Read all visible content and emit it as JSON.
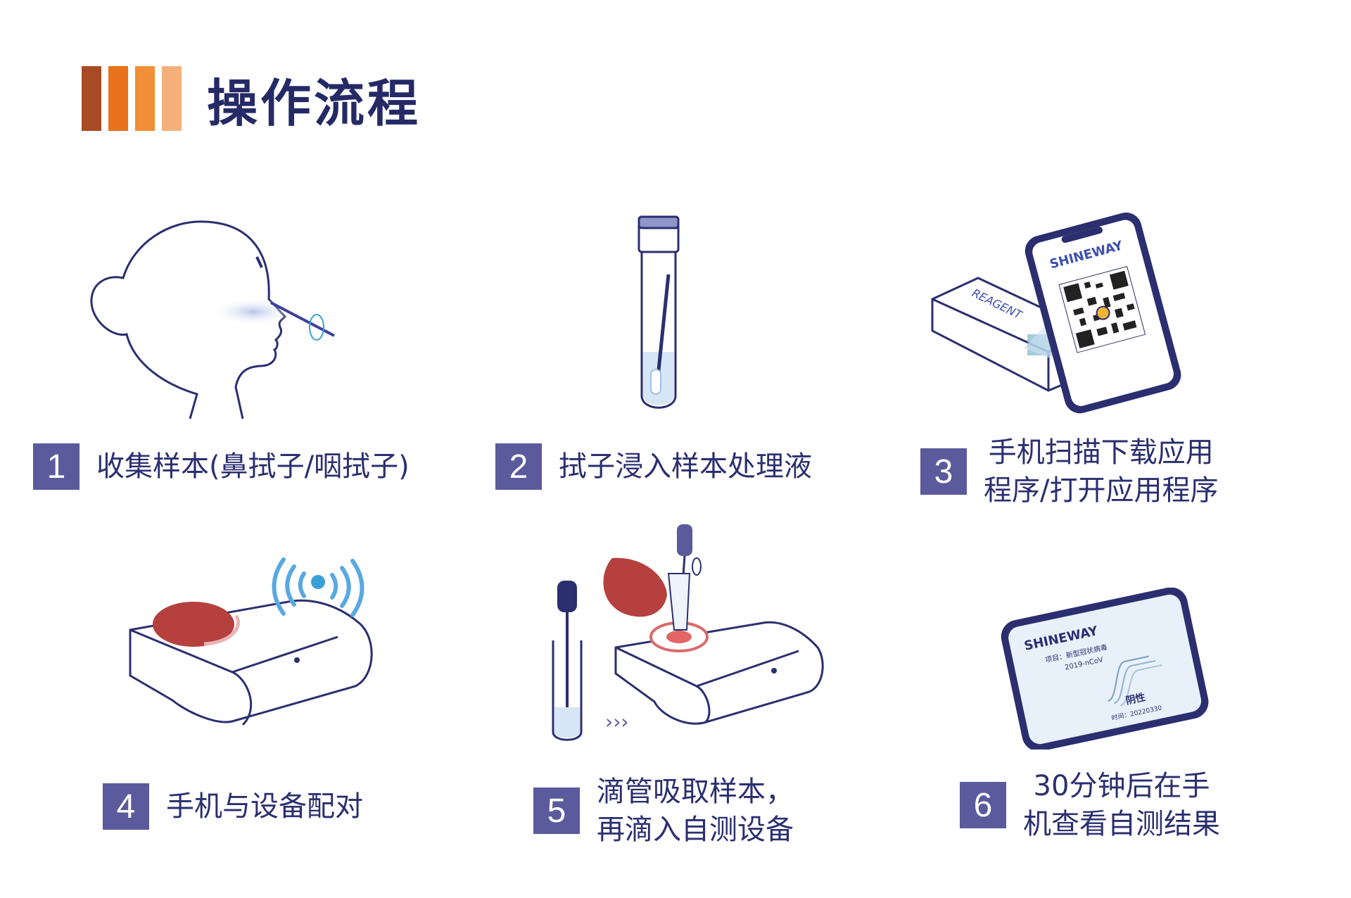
{
  "header": {
    "title": "操作流程",
    "bar_colors": [
      "#a84a24",
      "#e8731c",
      "#f08f37",
      "#f5b07a"
    ]
  },
  "illustrations": {
    "phone_brand": "SHINEWAY",
    "reagent_label": "REAGENT",
    "result_item": "项目：新型冠状病毒",
    "result_code": "2019-nCoV",
    "result_value": "阴性",
    "result_time": "时间：20220330"
  },
  "steps": [
    {
      "num": "1",
      "lines": [
        "收集样本(鼻拭子/咽拭子)"
      ]
    },
    {
      "num": "2",
      "lines": [
        "拭子浸入样本处理液"
      ]
    },
    {
      "num": "3",
      "lines": [
        "手机扫描下载应用",
        "程序/打开应用程序"
      ]
    },
    {
      "num": "4",
      "lines": [
        "手机与设备配对"
      ]
    },
    {
      "num": "5",
      "lines": [
        "滴管吸取样本，",
        "再滴入自测设备"
      ]
    },
    {
      "num": "6",
      "lines": [
        "30分钟后在手",
        "机查看自测结果"
      ]
    }
  ],
  "colors": {
    "navy": "#2b2f6f",
    "badge": "#5a5a9c",
    "red": "#b5403e",
    "blue_light": "#cfe1f5",
    "wave": "#5aa8e0"
  }
}
